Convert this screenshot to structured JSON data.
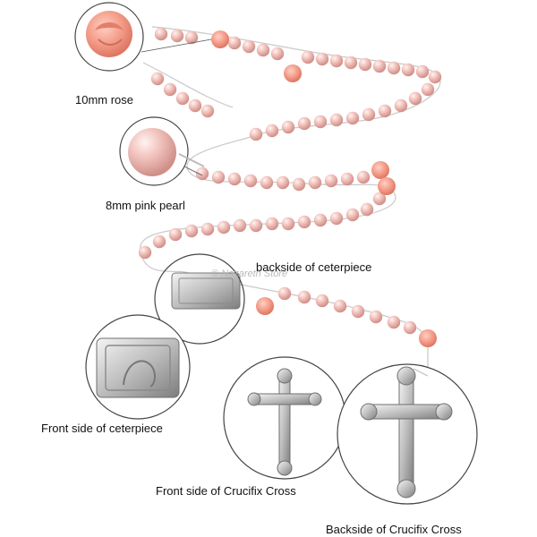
{
  "watermark": "© Nazareth Store",
  "labels": {
    "rose": "10mm rose",
    "pearl": "8mm pink pearl",
    "centerpiece_back": "backside of ceterpiece",
    "centerpiece_front": "Front side of ceterpiece",
    "crucifix_front": "Front side of Crucifix Cross",
    "crucifix_back": "Backside of Crucifix Cross"
  },
  "colors": {
    "pearl": "#f2c3bd",
    "pearl_shade": "#d99a93",
    "rose": "#f39a86",
    "silver": "#c8c8c8",
    "silver_dark": "#7d7d7d"
  }
}
